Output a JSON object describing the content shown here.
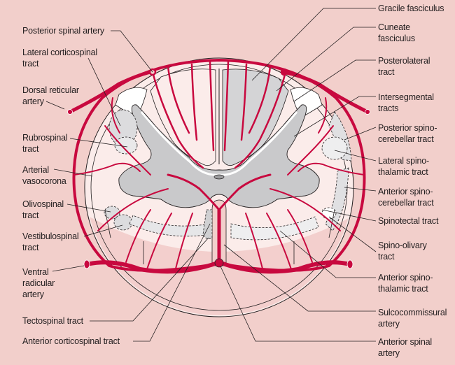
{
  "title": "Arterial supply of the spinal cord (cross section)",
  "colors": {
    "background": "#f2cfcb",
    "artery": "#c8093f",
    "grey_matter": "#c9c9cb",
    "white_matter": "#fbecea",
    "tract_fill": "#dededf",
    "outline": "#231f20",
    "label_text": "#231f20"
  },
  "labels_left": [
    {
      "id": "posterior-spinal-artery",
      "lines": [
        "Posterior spinal artery"
      ]
    },
    {
      "id": "lateral-corticospinal-tract",
      "lines": [
        "Lateral corticospinal",
        "tract"
      ]
    },
    {
      "id": "dorsal-reticular-artery",
      "lines": [
        "Dorsal reticular",
        "artery"
      ]
    },
    {
      "id": "rubrospinal-tract",
      "lines": [
        "Rubrospinal",
        "tract"
      ]
    },
    {
      "id": "arterial-vasocorona",
      "lines": [
        "Arterial",
        "vasocorona"
      ]
    },
    {
      "id": "olivospinal-tract",
      "lines": [
        "Olivospinal",
        "tract"
      ]
    },
    {
      "id": "vestibulospinal-tract",
      "lines": [
        "Vestibulospinal",
        "tract"
      ]
    },
    {
      "id": "ventral-radicular-artery",
      "lines": [
        "Ventral",
        "radicular",
        "artery"
      ]
    },
    {
      "id": "tectospinal-tract",
      "lines": [
        "Tectospinal tract"
      ]
    },
    {
      "id": "anterior-corticospinal-tract",
      "lines": [
        "Anterior corticospinal tract"
      ]
    }
  ],
  "labels_right": [
    {
      "id": "gracile-fasciculus",
      "lines": [
        "Gracile fasciculus"
      ]
    },
    {
      "id": "cuneate-fasciculus",
      "lines": [
        "Cuneate",
        "fasciculus"
      ]
    },
    {
      "id": "posterolateral-tract",
      "lines": [
        "Posterolateral",
        "tract"
      ]
    },
    {
      "id": "intersegmental-tracts",
      "lines": [
        "Intersegmental",
        "tracts"
      ]
    },
    {
      "id": "posterior-spinocerebellar-tract",
      "lines": [
        "Posterior spino-",
        "cerebellar tract"
      ]
    },
    {
      "id": "lateral-spinothalamic-tract",
      "lines": [
        "Lateral spino-",
        "thalamic tract"
      ]
    },
    {
      "id": "anterior-spinocerebellar-tract",
      "lines": [
        "Anterior spino-",
        "cerebellar tract"
      ]
    },
    {
      "id": "spinotectal-tract",
      "lines": [
        "Spinotectal tract"
      ]
    },
    {
      "id": "spino-olivary-tract",
      "lines": [
        "Spino-olivary",
        "tract"
      ]
    },
    {
      "id": "anterior-spinothalamic-tract",
      "lines": [
        "Anterior spino-",
        "thalamic tract"
      ]
    },
    {
      "id": "sulcocommissural-artery",
      "lines": [
        "Sulcocommissural",
        "artery"
      ]
    },
    {
      "id": "anterior-spinal-artery",
      "lines": [
        "Anterior spinal",
        "artery"
      ]
    }
  ]
}
